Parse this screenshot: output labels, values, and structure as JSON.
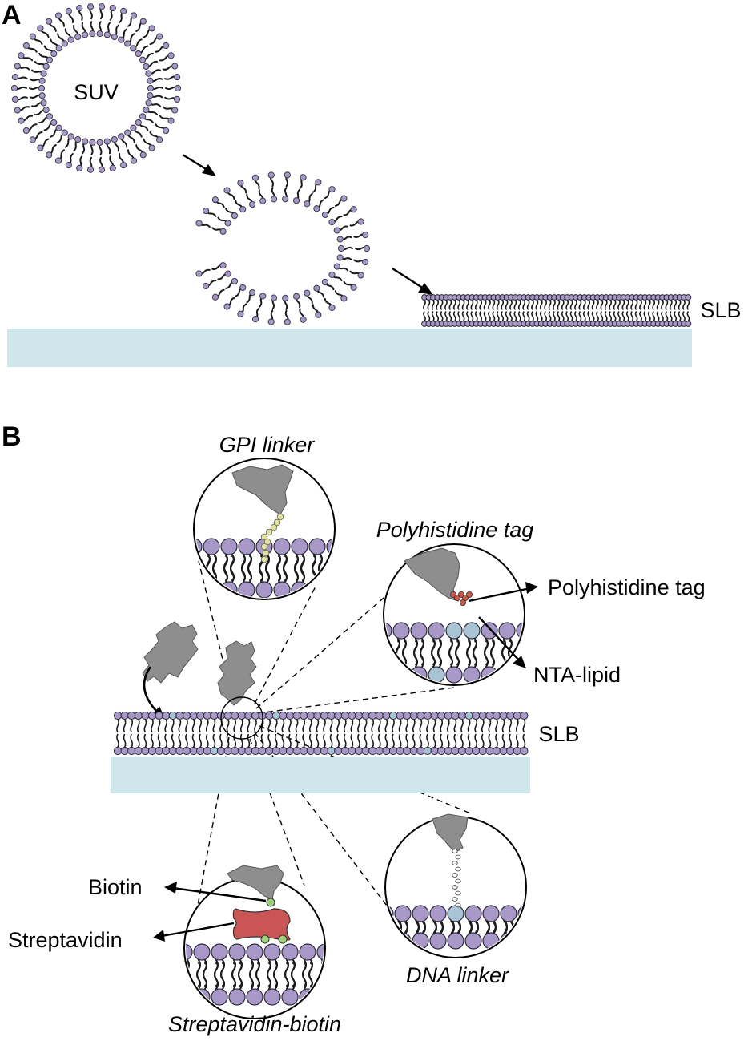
{
  "panels": {
    "a": "A",
    "b": "B"
  },
  "panel_a": {
    "suv_label": "SUV",
    "slb_label": "SLB"
  },
  "panel_b": {
    "slb_label": "SLB",
    "gpi_title": "GPI linker",
    "polyhis_title": "Polyhistidine tag",
    "polyhis_callout": "Polyhistidine tag",
    "nta_callout": "NTA-lipid",
    "dna_title": "DNA linker",
    "strep_title": "Streptavidin-biotin",
    "biotin_callout": "Biotin",
    "streptavidin_callout": "Streptavidin"
  },
  "colors": {
    "lipid_head": "#a898c8",
    "nta_head": "#a8c4d4",
    "substrate": "#cfe6ea",
    "protein": "#8e8e8e",
    "streptavidin": "#c95555",
    "biotin": "#9ed27a",
    "his_tag": "#c85a4a",
    "gpi": "#e2e39a"
  }
}
